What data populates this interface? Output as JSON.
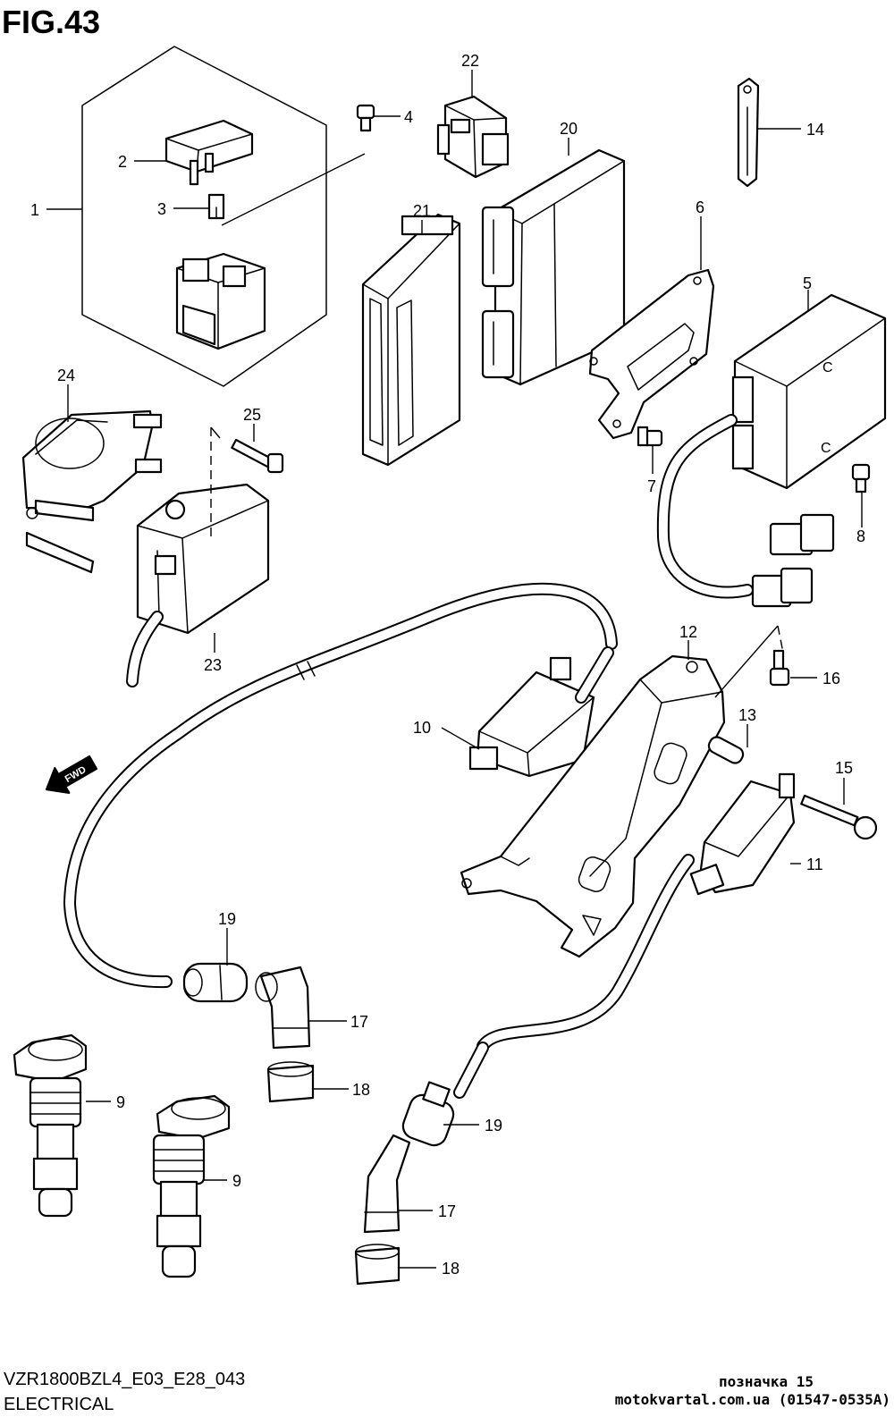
{
  "header": {
    "title": "FIG.43"
  },
  "footer": {
    "model_code": "VZR1800BZL4_E03_E28_043",
    "section": "ELECTRICAL",
    "note": "позначка 15",
    "source": "motokvartal.com.ua (01547-0535A)"
  },
  "direction_label": "FWD",
  "callouts": [
    "1",
    "2",
    "3",
    "4",
    "5",
    "6",
    "7",
    "8",
    "9",
    "9",
    "10",
    "11",
    "12",
    "13",
    "14",
    "15",
    "16",
    "17",
    "17",
    "18",
    "18",
    "19",
    "19",
    "20",
    "21",
    "22",
    "23",
    "24",
    "25"
  ]
}
